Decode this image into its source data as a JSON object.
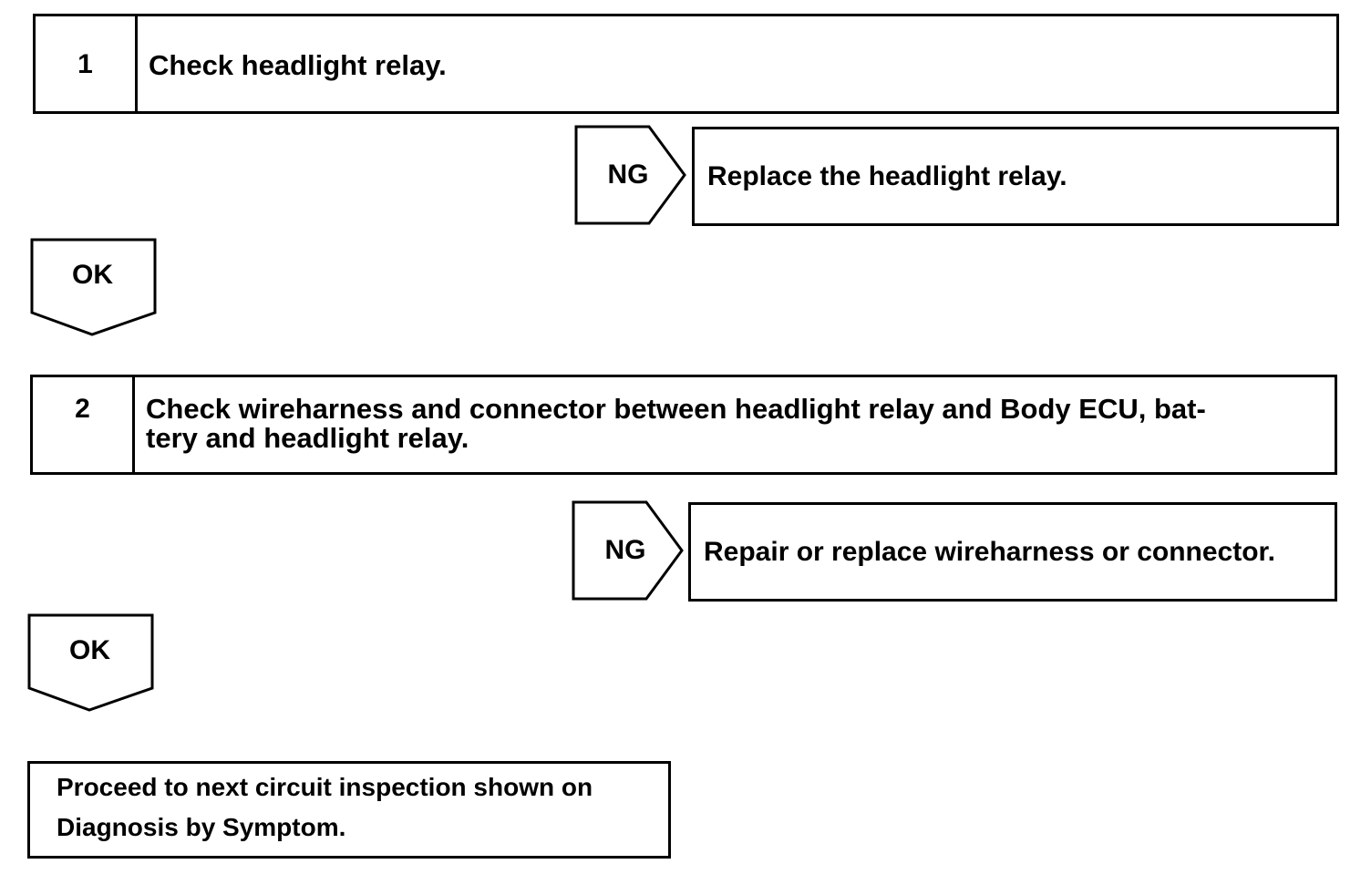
{
  "steps": [
    {
      "number": "1",
      "text": "Check headlight relay.",
      "ng_label": "NG",
      "ng_action": "Replace the headlight relay.",
      "ok_label": "OK"
    },
    {
      "number": "2",
      "text_line1": "Check wireharness and connector between headlight relay and Body ECU, bat-",
      "text_line2": "tery and headlight relay.",
      "ng_label": "NG",
      "ng_action": "Repair or replace wireharness or connector.",
      "ok_label": "OK"
    }
  ],
  "final": {
    "line1": "Proceed to next circuit inspection shown on",
    "line2": "Diagnosis by Symptom."
  }
}
